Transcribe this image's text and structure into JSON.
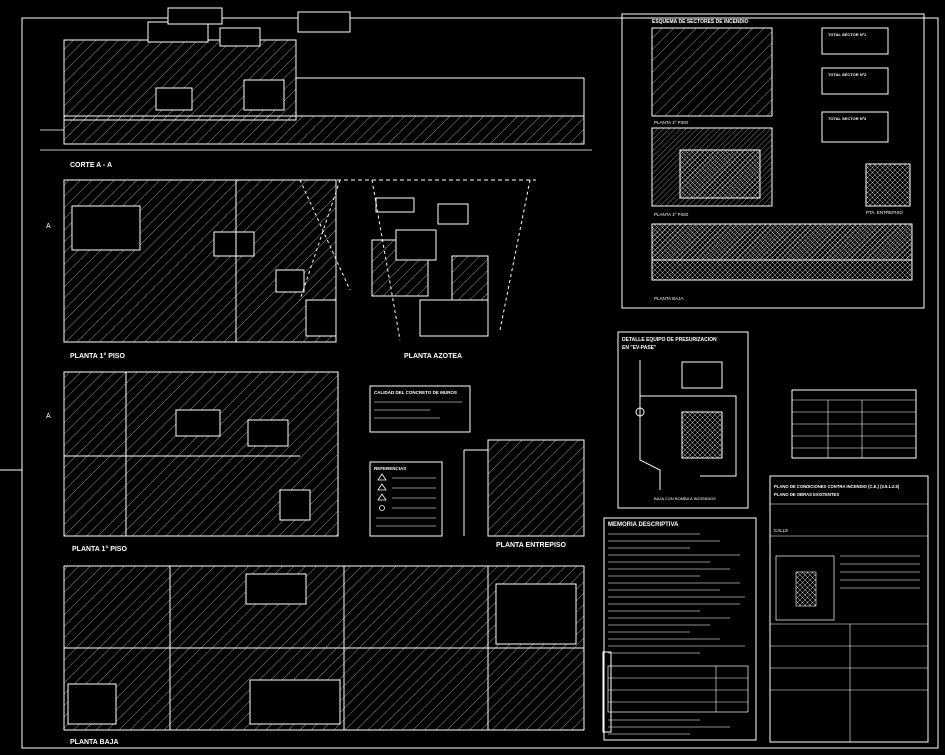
{
  "sheet": {
    "views": {
      "corte": "CORTE A - A",
      "planta1_top": "PLANTA 1° PISO",
      "azotea": "PLANTA AZOTEA",
      "planta1_mid": "PLANTA 1° PISO",
      "entrepiso": "PLANTA ENTREPISO",
      "baja": "PLANTA BAJA",
      "section_marker": "A"
    },
    "sectores": {
      "title": "ESQUEMA DE SECTORES DE INCENDIO",
      "sector1": "TOTAL SECTOR Nº1",
      "sector2": "TOTAL SECTOR Nº2",
      "sector3": "TOTAL SECTOR Nº3",
      "piso1": "PLANTA 1º PISO",
      "piso1b": "PLANTA 1º PISO",
      "entrepiso": "PTA. ENTREPISO",
      "baja": "PLANTA BAJA"
    },
    "detalle": {
      "title": "DETALLE EQUIPO DE PRESURIZACION",
      "subtitle": "EN \"EV-PASE\"",
      "note": "BAJA CON BOMBA A INCENDIOS"
    },
    "calidad": {
      "title": "CALIDAD DEL CONCRETO DE MUROS"
    },
    "referencias": {
      "title": "REFERENCIAS"
    },
    "memoria": {
      "title": "MEMORIA DESCRIPTIVA"
    },
    "cartela": {
      "title_line1": "PLANO DE CONDICIONES CONTRA INCENDIO (C.E.) (3.9.1.2.5)",
      "title_line2": "PLANO DE OBRAS EXISTENTES",
      "calle": "CALLE"
    }
  }
}
